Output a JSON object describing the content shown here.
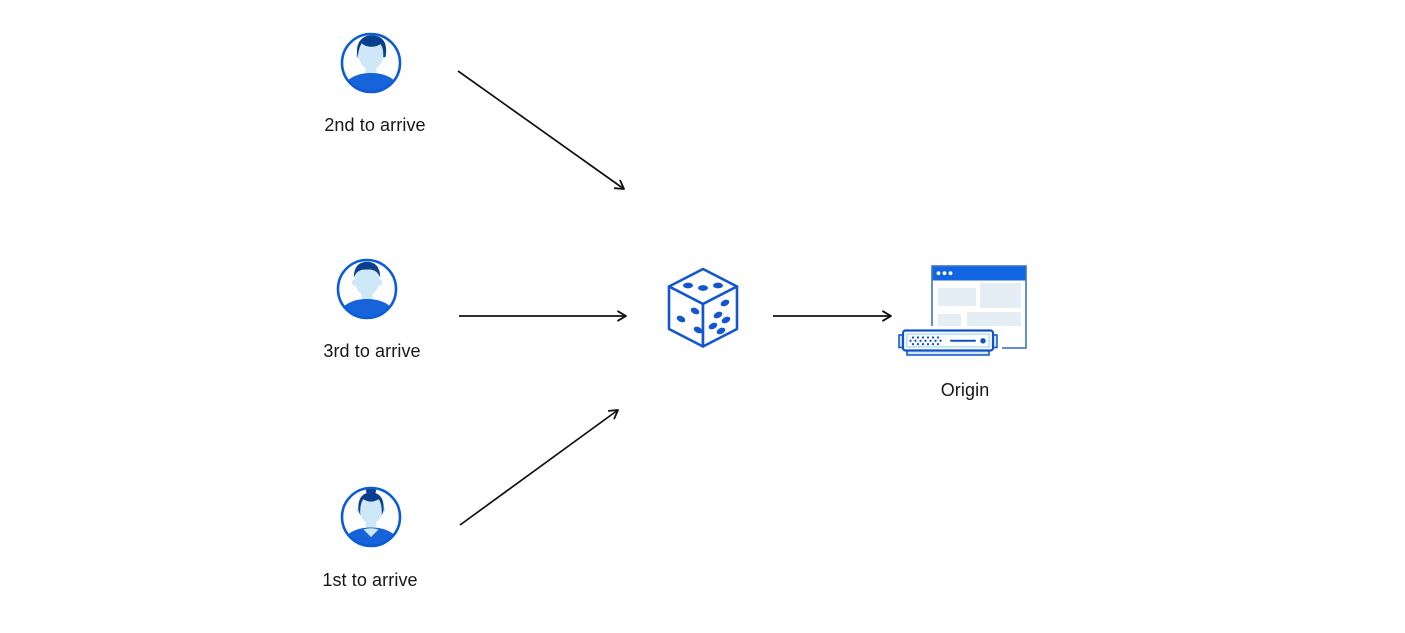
{
  "diagram": {
    "users": [
      {
        "label": "2nd to arrive",
        "icon": "male-avatar-icon"
      },
      {
        "label": "3rd to arrive",
        "icon": "male-avatar-icon"
      },
      {
        "label": "1st to arrive",
        "icon": "female-avatar-icon"
      }
    ],
    "dice": {
      "icon": "dice-icon"
    },
    "origin": {
      "label": "Origin",
      "icon": "origin-server-icon"
    },
    "colors": {
      "avatar_ring_blue": "#0b5cd5",
      "hair_navy": "#0a3e8f",
      "shirt_blue": "#1763d9",
      "face_light_blue": "#cfe8f7",
      "dice_blue": "#1456d0",
      "titlebar_blue": "#1266e3",
      "window_border_blue": "#3e72c7",
      "panel_light_blue": "#e5edf5",
      "server_blue": "#0f52cc",
      "server_light_blue": "#cfe7f8",
      "arrow_black": "#111111",
      "text_black": "#17171a"
    }
  }
}
